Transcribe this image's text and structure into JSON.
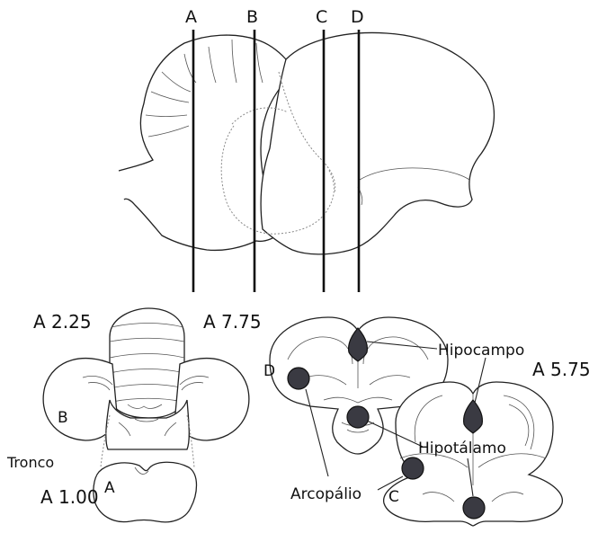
{
  "cut_labels": [
    "A",
    "B",
    "C",
    "D"
  ],
  "sections": {
    "A": {
      "coordinate": "A 2.25",
      "letter": "A",
      "extra_coordinate": "A 1.00"
    },
    "B": {
      "letter": "B"
    },
    "C": {
      "coordinate": "A 5.75",
      "letter": "C"
    },
    "D": {
      "coordinate": "A 7.75",
      "letter": "D"
    }
  },
  "labels": {
    "tronco": "Tronco",
    "hipocampo": "Hipocampo",
    "hipotalamo": "Hipotálamo",
    "arcopalio": "Arcopálio"
  },
  "colors": {
    "line": "#111111",
    "region_fill": "#3a3a42",
    "background": "#ffffff"
  }
}
